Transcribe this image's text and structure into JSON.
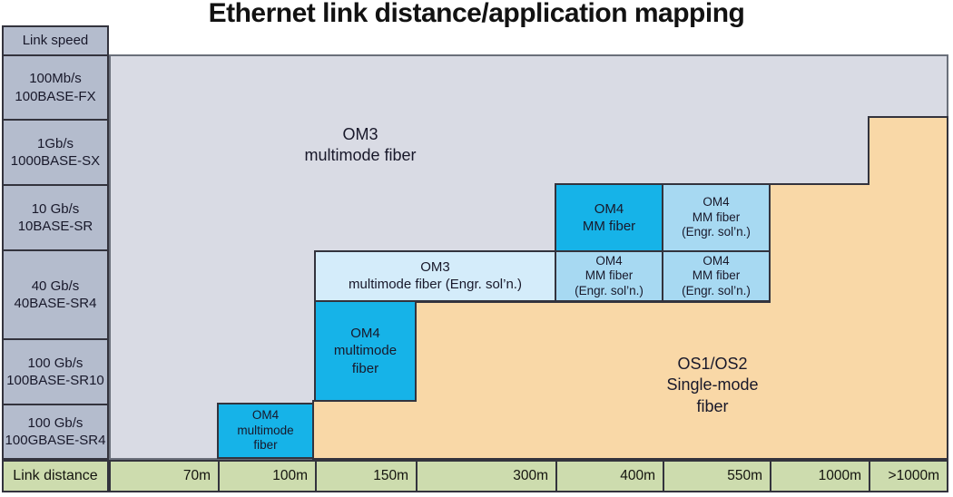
{
  "title": "Ethernet link distance/application mapping",
  "colors": {
    "page-bg": "#ffffff",
    "line": "#33333d",
    "frame": "#6a6f7a",
    "leftcol": "#b4bccd",
    "gray": "#d9dbe4",
    "orange": "#f9d8a7",
    "cyan": "#16b3e8",
    "ltblue": "#a7d9f2",
    "paleblue": "#d4ecfa",
    "green": "#cddcae",
    "text": "#18182a",
    "title-text": "#121212"
  },
  "speed_column": {
    "header": "Link speed",
    "rows": [
      "100Mb/s\n100BASE-FX",
      "1Gb/s\n1000BASE-SX",
      "10 Gb/s\n10BASE-SR",
      "40 Gb/s\n40BASE-SR4",
      "100 Gb/s\n100BASE-SR10",
      "100 Gb/s\n100GBASE-SR4"
    ]
  },
  "distance_row": {
    "header": "Link distance",
    "cells": [
      "70m",
      "100m",
      "150m",
      "300m",
      "400m",
      "550m",
      "1000m",
      ">1000m"
    ]
  },
  "regions": {
    "om3_label": "OM3\nmultimode fiber",
    "os_label": "OS1/OS2\nSingle-mode\nfiber",
    "om3_engr_label": "OM3\nmultimode fiber (Engr. sol’n.)",
    "om4_mm_label": "OM4\nMM fiber",
    "om4_mm_engr_label": "OM4\nMM fiber\n(Engr. sol’n.)",
    "om4_multimode_label": "OM4\nmultimode\nfiber"
  },
  "chart_data": {
    "type": "heatmap",
    "title": "Ethernet link distance/application mapping",
    "x_label": "Link distance",
    "y_label": "Link speed",
    "x_categories": [
      "70m",
      "100m",
      "150m",
      "300m",
      "400m",
      "550m",
      "1000m",
      ">1000m"
    ],
    "y_categories": [
      "100Mb/s 100BASE-FX",
      "1Gb/s 1000BASE-SX",
      "10 Gb/s 10BASE-SR",
      "40 Gb/s 40BASE-SR4",
      "100 Gb/s 100BASE-SR10",
      "100 Gb/s 100GBASE-SR4"
    ],
    "regions": [
      {
        "fiber": "OM3 multimode fiber",
        "color": "#d9dbe4",
        "max_distance_by_speed": {
          "100BASE-FX": ">1000m",
          "1000BASE-SX": "1000m",
          "10BASE-SR": "300m",
          "40BASE-SR4": "100m",
          "100BASE-SR10": "100m",
          "100GBASE-SR4": "70m"
        }
      },
      {
        "fiber": "OM3 multimode fiber (Engr. sol’n.)",
        "color": "#d4ecfa",
        "cells": [
          {
            "speed": "40BASE-SR4",
            "distances": [
              "150m",
              "300m"
            ]
          }
        ]
      },
      {
        "fiber": "OM4 MM fiber",
        "color": "#16b3e8",
        "cells": [
          {
            "speed": "10BASE-SR",
            "distances": [
              "400m"
            ]
          }
        ]
      },
      {
        "fiber": "OM4 MM fiber (Engr. sol’n.)",
        "color": "#a7d9f2",
        "cells": [
          {
            "speed": "10BASE-SR",
            "distances": [
              "550m"
            ]
          },
          {
            "speed": "40BASE-SR4",
            "distances": [
              "400m",
              "550m"
            ]
          }
        ]
      },
      {
        "fiber": "OM4 multimode fiber",
        "color": "#16b3e8",
        "cells": [
          {
            "speed": "40BASE-SR4 / 100BASE-SR10",
            "distances": [
              "150m"
            ]
          },
          {
            "speed": "100GBASE-SR4",
            "distances": [
              "100m"
            ]
          }
        ]
      },
      {
        "fiber": "OS1/OS2 Single-mode fiber",
        "color": "#f9d8a7",
        "min_distance_by_speed": {
          "1000BASE-SX": ">1000m",
          "10BASE-SR": "1000m",
          "40BASE-SR4": "1000m",
          "100BASE-SR10": "300m",
          "100GBASE-SR4": "150m"
        }
      }
    ]
  }
}
